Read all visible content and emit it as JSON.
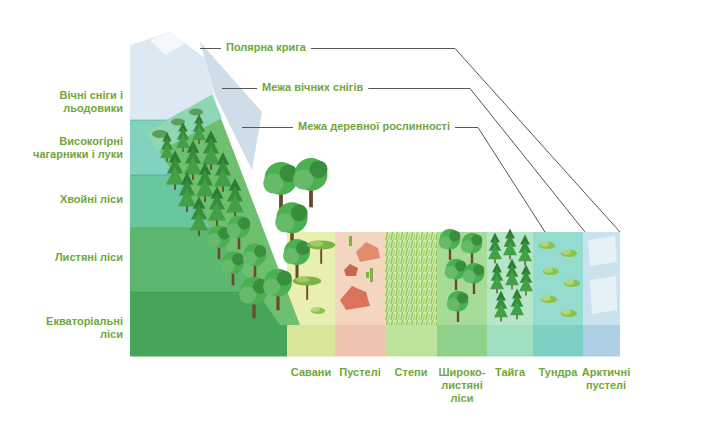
{
  "diagram": {
    "labels": [
      "Вічні сніги і льодовики",
      "Високогірні чагарники і луки",
      "Хвойні ліси",
      "Листяні ліси",
      "Екваторіальні ліси",
      "Полярна крига",
      "Межа вічних снігів",
      "Межа деревної рослинності",
      "Савани",
      "Пустелі",
      "Степи",
      "Широко- листяні ліси",
      "Тайга",
      "Тундра",
      "Арктичні пустелі"
    ]
  }
}
